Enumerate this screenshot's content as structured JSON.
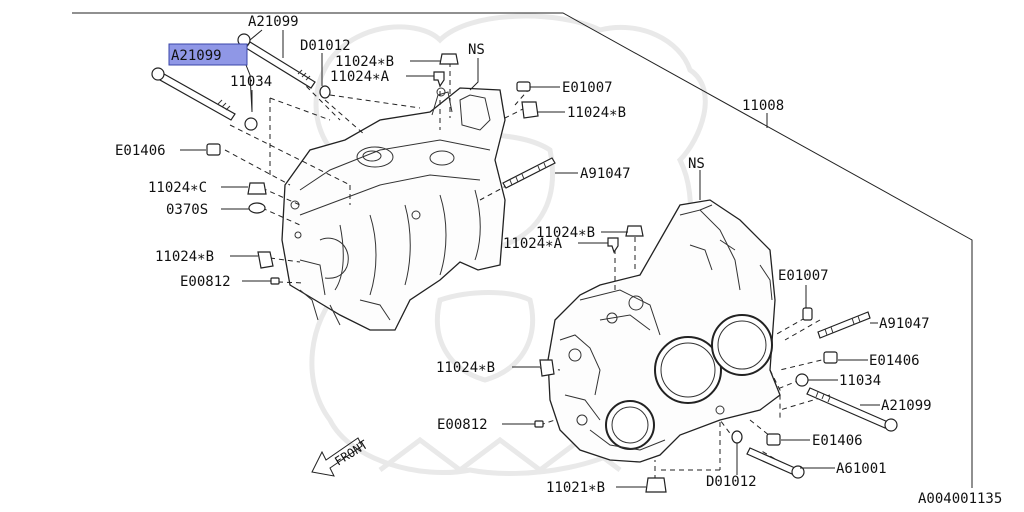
{
  "diagram": {
    "colors": {
      "line": "#222222",
      "highlight": "#8f97e6",
      "watermark": "#e9e9e9"
    },
    "highlighted_label": "A21099",
    "labels": {
      "a21099_top": "A21099",
      "a21099_sel": "A21099",
      "d01012_top": "D01012",
      "l11034_left": "11034",
      "l11024b_top": "11024∗B",
      "l11024a_top": "11024∗A",
      "ns_top": "NS",
      "e01007_top": "E01007",
      "l11024b_right": "11024∗B",
      "l11008": "11008",
      "e01406_left": "E01406",
      "a91047_top": "A91047",
      "l11024c": "11024∗C",
      "l0370s": "0370S",
      "l11024b_left": "11024∗B",
      "e00812_left": "E00812",
      "ns_right": "NS",
      "l11024b_mid": "11024∗B",
      "l11024a_mid": "11024∗A",
      "e01007_right": "E01007",
      "a91047_right": "A91047",
      "e01406_r1": "E01406",
      "l11024b_low": "11024∗B",
      "l11034_right": "11034",
      "a21099_right": "A21099",
      "e00812_low": "E00812",
      "e01406_r2": "E01406",
      "a61001": "A61001",
      "d01012_low": "D01012",
      "l11021b": "11021∗B",
      "front": "FRONT",
      "catalog": "A004001135"
    }
  }
}
